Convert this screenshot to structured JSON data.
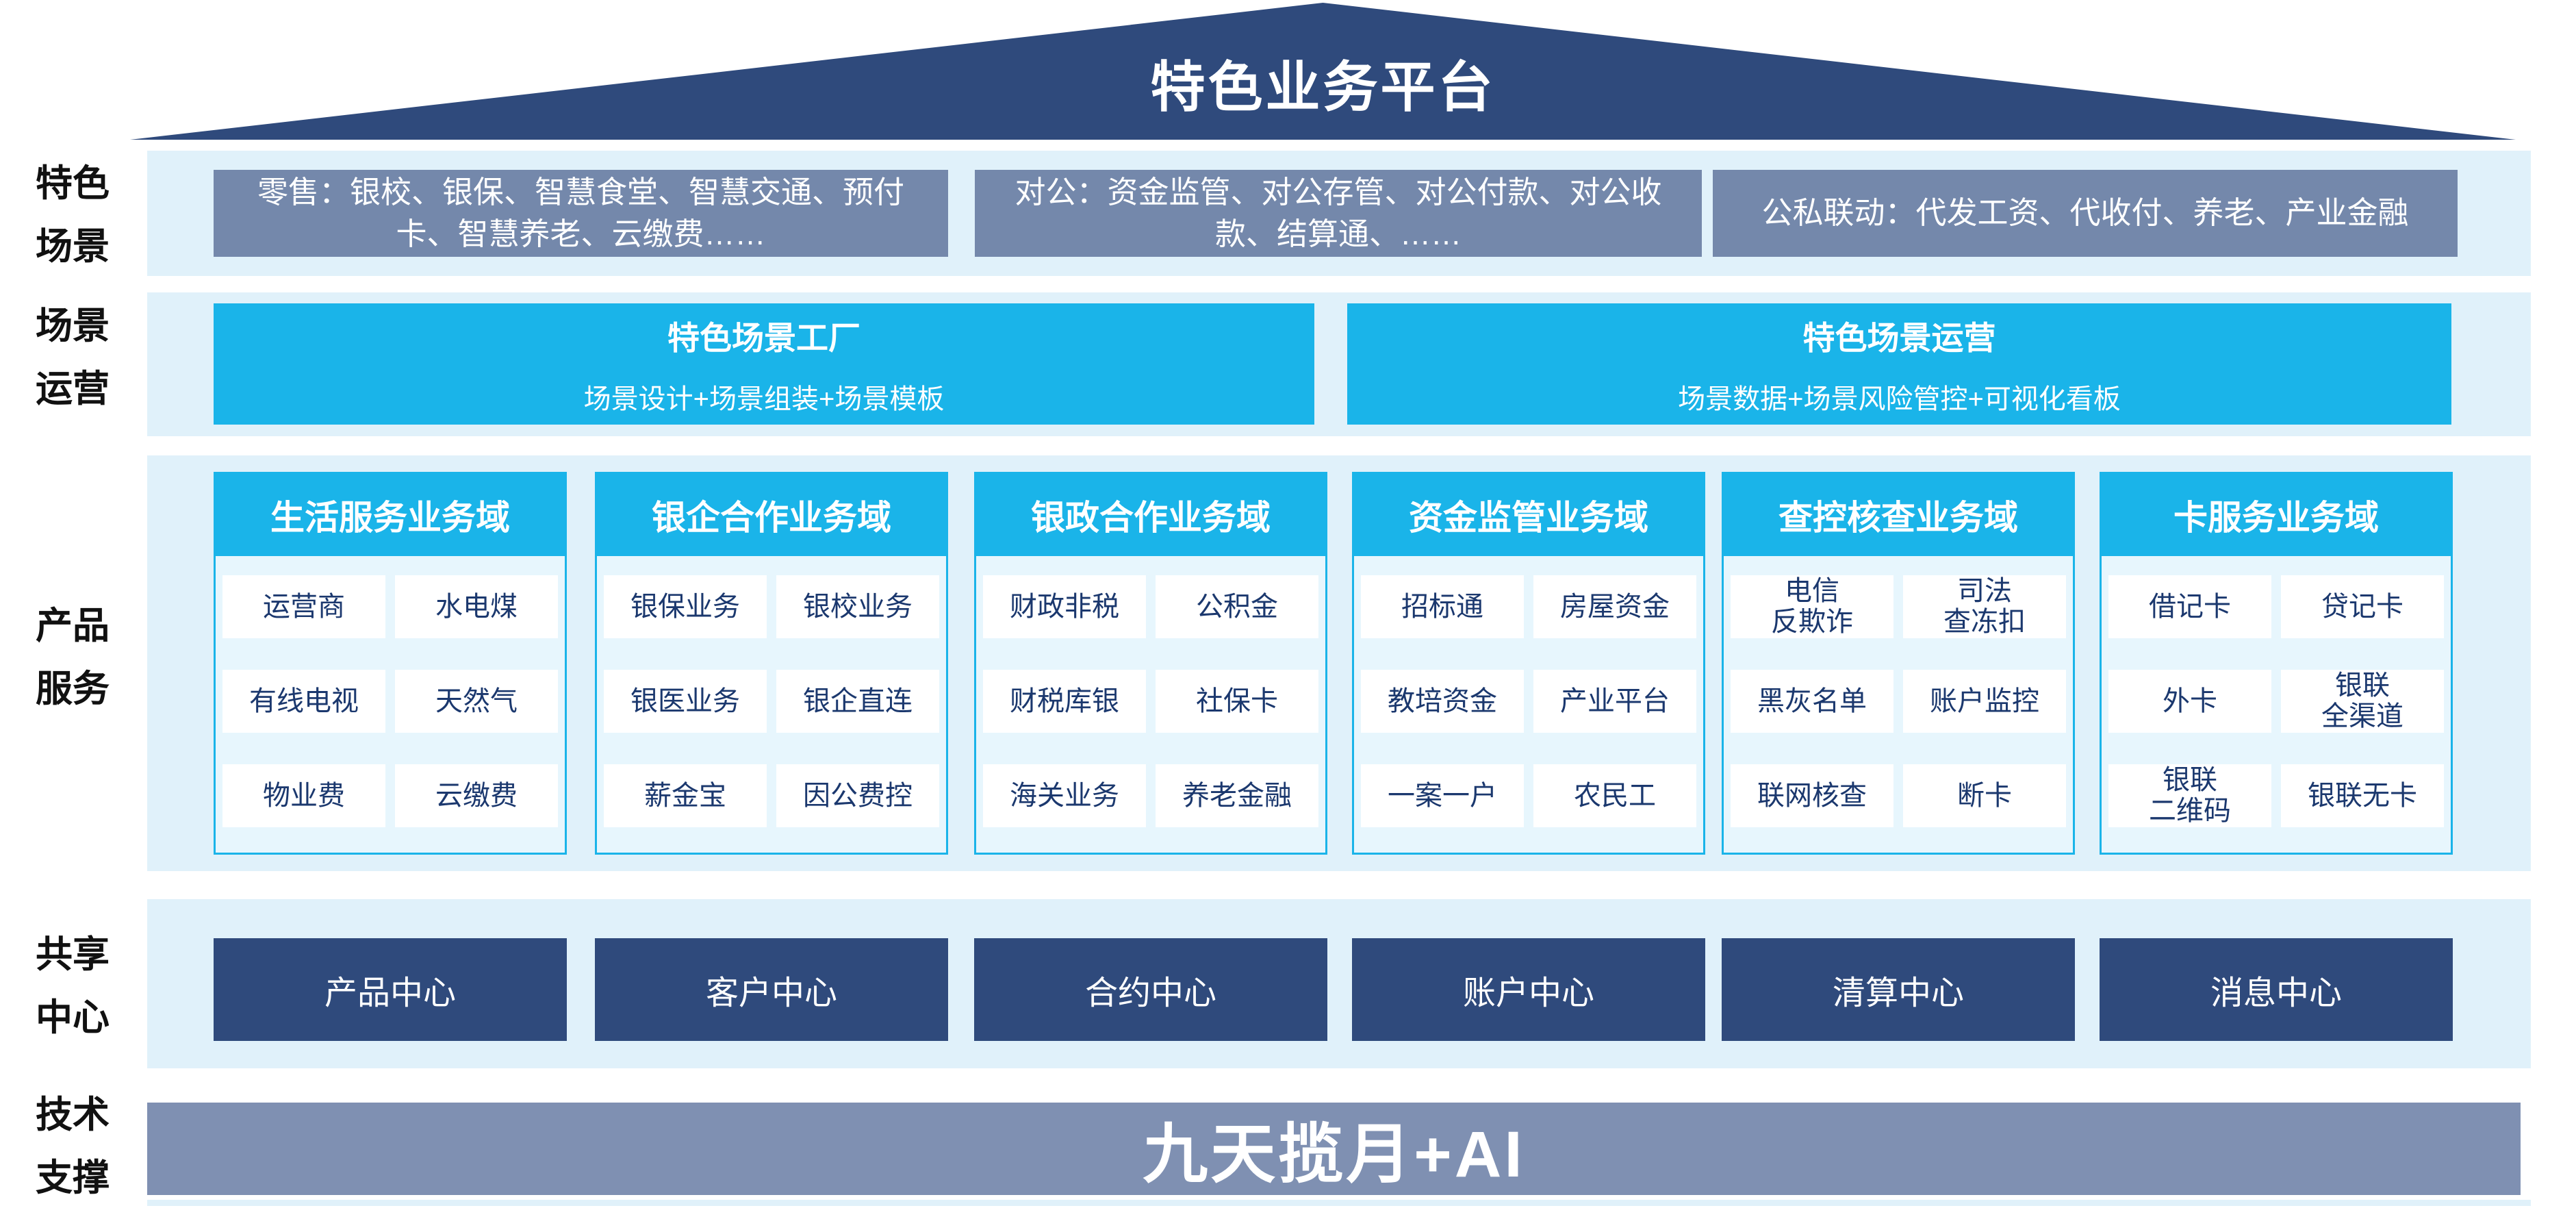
{
  "banner": {
    "title": "特色业务平台"
  },
  "side_labels": [
    "特色\n场景",
    "场景\n运营",
    "产品\n服务",
    "共享\n中心",
    "技术\n支撑"
  ],
  "scene_row": {
    "boxes": [
      "零售：银校、银保、智慧食堂、智慧交通、预付卡、智慧养老、云缴费……",
      "对公：资金监管、对公存管、对公付款、对公收款、结算通、……",
      "公私联动：代发工资、代收付、养老、产业金融"
    ]
  },
  "operation_row": {
    "boxes": [
      {
        "title": "特色场景工厂",
        "subtitle": "场景设计+场景组装+场景模板"
      },
      {
        "title": "特色场景运营",
        "subtitle": "场景数据+场景风险管控+可视化看板"
      }
    ]
  },
  "product_row": {
    "columns": [
      {
        "header": "生活服务业务域",
        "cells": [
          "运营商",
          "水电煤",
          "有线电视",
          "天然气",
          "物业费",
          "云缴费"
        ]
      },
      {
        "header": "银企合作业务域",
        "cells": [
          "银保业务",
          "银校业务",
          "银医业务",
          "银企直连",
          "薪金宝",
          "因公费控"
        ]
      },
      {
        "header": "银政合作业务域",
        "cells": [
          "财政非税",
          "公积金",
          "财税库银",
          "社保卡",
          "海关业务",
          "养老金融"
        ]
      },
      {
        "header": "资金监管业务域",
        "cells": [
          "招标通",
          "房屋资金",
          "教培资金",
          "产业平台",
          "一案一户",
          "农民工"
        ]
      },
      {
        "header": "查控核查业务域",
        "cells": [
          "电信\n反欺诈",
          "司法\n查冻扣",
          "黑灰名单",
          "账户监控",
          "联网核查",
          "断卡"
        ]
      },
      {
        "header": "卡服务业务域",
        "cells": [
          "借记卡",
          "贷记卡",
          "外卡",
          "银联\n全渠道",
          "银联\n二维码",
          "银联无卡"
        ]
      }
    ]
  },
  "shared_row": {
    "boxes": [
      "产品中心",
      "客户中心",
      "合约中心",
      "账户中心",
      "清算中心",
      "消息中心"
    ]
  },
  "tech_row": {
    "title": "九天揽月+AI"
  },
  "colors": {
    "navy": "#2f4a7c",
    "slate": "#7488ab",
    "slate_light": "#7f90b2",
    "cyan": "#1ab4e9",
    "band": "#e0f1fa",
    "panel": "#e7f6fd",
    "cell_text": "#1b386e",
    "label_text": "#111111"
  }
}
